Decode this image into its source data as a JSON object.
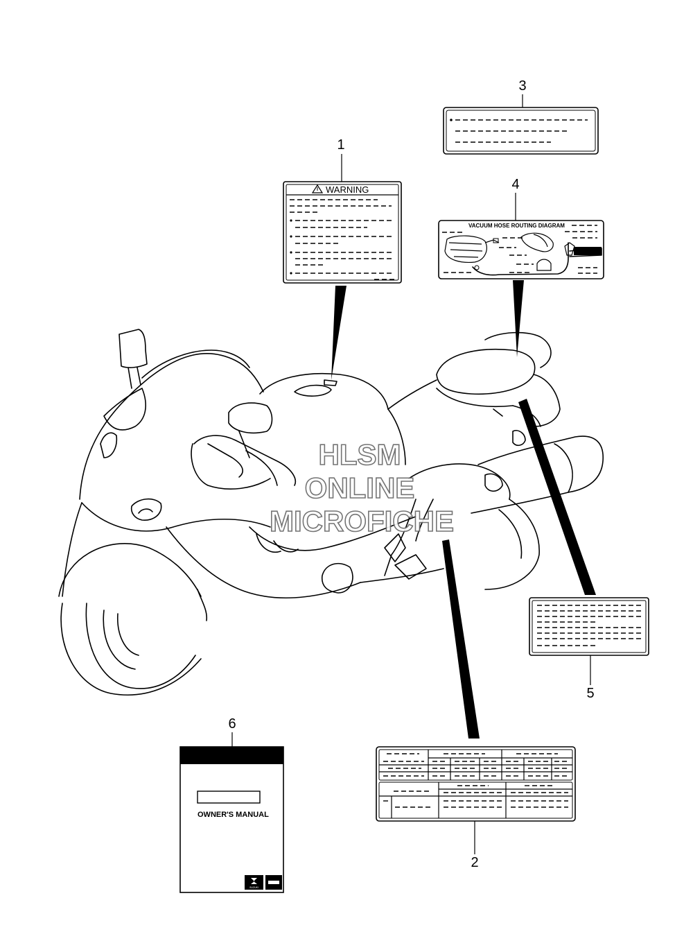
{
  "callouts": [
    "1",
    "2",
    "3",
    "4",
    "5",
    "6"
  ],
  "label_1": {
    "heading": "WARNING"
  },
  "label_4": {
    "heading": "VACUUM HOSE ROUTING DIAGRAM"
  },
  "manual": {
    "title": "OWNER'S MANUAL",
    "brand": "SUZUKI"
  },
  "watermark": {
    "line1": "HLSM",
    "line2": "ONLINE",
    "line3": "MICROFICHE"
  }
}
